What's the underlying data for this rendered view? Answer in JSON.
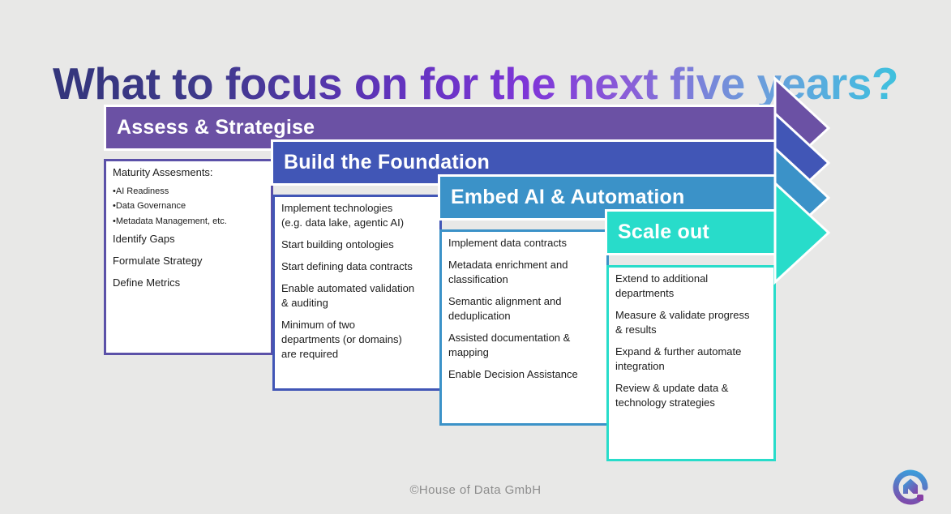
{
  "canvas": {
    "background": "#E8E8E7"
  },
  "title": {
    "text": "What to focus on for the next five years?",
    "gradient": [
      "#2F3375",
      "#7F36D8",
      "#6E9BDB",
      "#2FD0DC"
    ]
  },
  "stages": [
    {
      "label": "Assess & Strategise",
      "color": "#6B51A4",
      "items": [
        {
          "style": "normal",
          "text": "Maturity Assesments:"
        },
        {
          "style": "bullet",
          "text": "•AI Readiness"
        },
        {
          "style": "bullet",
          "text": "•Data Governance"
        },
        {
          "style": "bullet",
          "text": "•Metadata Management, etc."
        },
        {
          "style": "normal",
          "text": "Identify Gaps"
        },
        {
          "style": "normal",
          "text": "Formulate Strategy"
        },
        {
          "style": "normal",
          "text": "Define Metrics"
        }
      ]
    },
    {
      "label": "Build the Foundation",
      "color": "#4156B6",
      "items": [
        {
          "style": "normal",
          "text": "Implement technologies\n(e.g. data lake, agentic AI)"
        },
        {
          "style": "normal",
          "text": "Start building ontologies"
        },
        {
          "style": "normal",
          "text": "Start defining data contracts"
        },
        {
          "style": "normal",
          "text": "Enable automated validation\n& auditing"
        },
        {
          "style": "normal",
          "text": "Minimum of two\ndepartments (or domains)\nare required"
        }
      ]
    },
    {
      "label": "Embed AI & Automation",
      "color": "#3B92C8",
      "items": [
        {
          "style": "normal",
          "text": "Implement data contracts"
        },
        {
          "style": "normal",
          "text": "Metadata enrichment and\nclassification"
        },
        {
          "style": "normal",
          "text": "Semantic alignment and\ndeduplication"
        },
        {
          "style": "normal",
          "text": "Assisted documentation &\nmapping"
        },
        {
          "style": "normal",
          "text": "Enable Decision Assistance"
        }
      ]
    },
    {
      "label": "Scale out",
      "color": "#28DCCA",
      "items": [
        {
          "style": "normal",
          "text": "Extend to additional\ndepartments"
        },
        {
          "style": "normal",
          "text": "Measure & validate progress\n& results"
        },
        {
          "style": "normal",
          "text": "Expand & further automate\nintegration"
        },
        {
          "style": "normal",
          "text": "Review & update data &\ntechnology strategies"
        }
      ]
    }
  ],
  "footer": {
    "copyright": "©House of Data GmbH"
  },
  "logo": {
    "name": "House of Data logo",
    "gradient_start": "#33A7E0",
    "gradient_end": "#8740A5"
  }
}
